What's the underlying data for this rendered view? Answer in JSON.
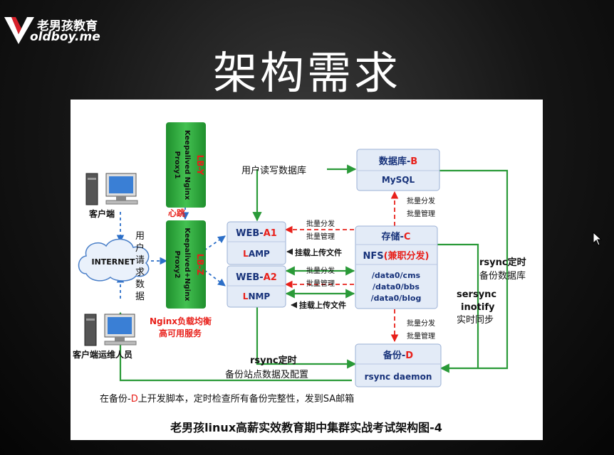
{
  "logo": {
    "cn": "老男孩教育",
    "en": "oldboy.me"
  },
  "title": "架构需求",
  "diagram": {
    "lb_y": {
      "code": "LB-Y",
      "line1": "Keepalived Nginx",
      "line2": "Proxy1"
    },
    "lb_z": {
      "code": "LB-Z",
      "line1": "Keepalived+Nginx",
      "line2": "Proxy2"
    },
    "heartbeat": "心跳",
    "nginx_note": {
      "brand": "Nginx",
      "line1": "负载均衡",
      "line2": "高可用服务"
    },
    "web_a1": {
      "name": "WEB-",
      "code": "A1",
      "stack_accent": "L",
      "stack_rest": "AMP"
    },
    "web_a2": {
      "name": "WEB-",
      "code": "A2",
      "stack_accent": "L",
      "stack_rest": "NMP"
    },
    "db": {
      "name": "数据库-",
      "code": "B",
      "sub": "MySQL"
    },
    "storage": {
      "name": "存储-",
      "code": "C",
      "nfs": "NFS",
      "nfs_note": "(兼职分发)",
      "paths": [
        "/data0/cms",
        "/data0/bbs",
        "/data0/blog"
      ]
    },
    "backup": {
      "name": "备份-",
      "code": "D",
      "sub": "rsync daemon"
    },
    "clients": {
      "client": "客户端",
      "ops": "客户端运维人员",
      "internet": "INTERNET"
    },
    "labels": {
      "user_rw_db": "用户读写数据库",
      "user_request": [
        "用",
        "户",
        "请",
        "求",
        "数",
        "据"
      ],
      "batch_dist": "批量分发",
      "batch_mgmt": "批量管理",
      "mount_upload": "挂载上传文件",
      "rsync_db_1": "rsync定时",
      "rsync_db_2": "备份数据库",
      "sersync_1": "sersync",
      "sersync_2": "inotify",
      "sersync_3": "实时同步",
      "rsync_site_1": "rsync定时",
      "rsync_site_2": "备份站点数据及配置",
      "backup_note_a": "在备份-",
      "backup_note_code": "D",
      "backup_note_b": "上开发脚本，定时检查所有备份完整性，发到SA邮箱"
    },
    "caption": "老男孩linux高薪实效教育期中集群实战考试架构图-4",
    "colors": {
      "green": "#2a9a38",
      "red": "#e8201a",
      "blue": "#2c6fc8",
      "navy": "#17327a",
      "box": "#e3ebf7"
    }
  }
}
